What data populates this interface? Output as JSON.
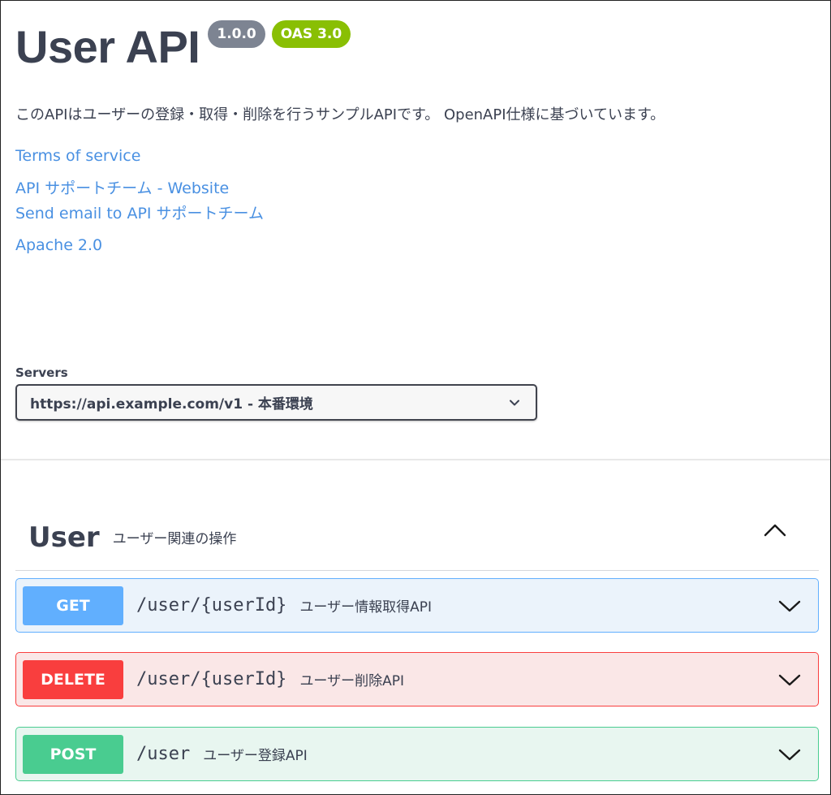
{
  "info": {
    "title": "User API",
    "version": "1.0.0",
    "oas": "OAS 3.0",
    "description": "このAPIはユーザーの登録・取得・削除を行うサンプルAPIです。 OpenAPI仕様に基づいています。",
    "terms": "Terms of service",
    "support": "API サポートチーム - Website",
    "email": "Send email to API サポートチーム",
    "license": "Apache 2.0"
  },
  "servers": {
    "label": "Servers",
    "selected": "https://api.example.com/v1 - 本番環境"
  },
  "tag": {
    "name": "User",
    "description": "ユーザー関連の操作"
  },
  "operations": [
    {
      "method": "GET",
      "path": "/user/{userId}",
      "summary": "ユーザー情報取得API"
    },
    {
      "method": "DELETE",
      "path": "/user/{userId}",
      "summary": "ユーザー削除API"
    },
    {
      "method": "POST",
      "path": "/user",
      "summary": "ユーザー登録API"
    }
  ],
  "colors": {
    "get": "#61affe",
    "delete": "#f93e3e",
    "post": "#49cc90",
    "link": "#4990e2",
    "oas_badge": "#89bf04",
    "version_badge": "#7d8492"
  },
  "icons": [
    "chevron-down-icon",
    "chevron-up-icon"
  ]
}
